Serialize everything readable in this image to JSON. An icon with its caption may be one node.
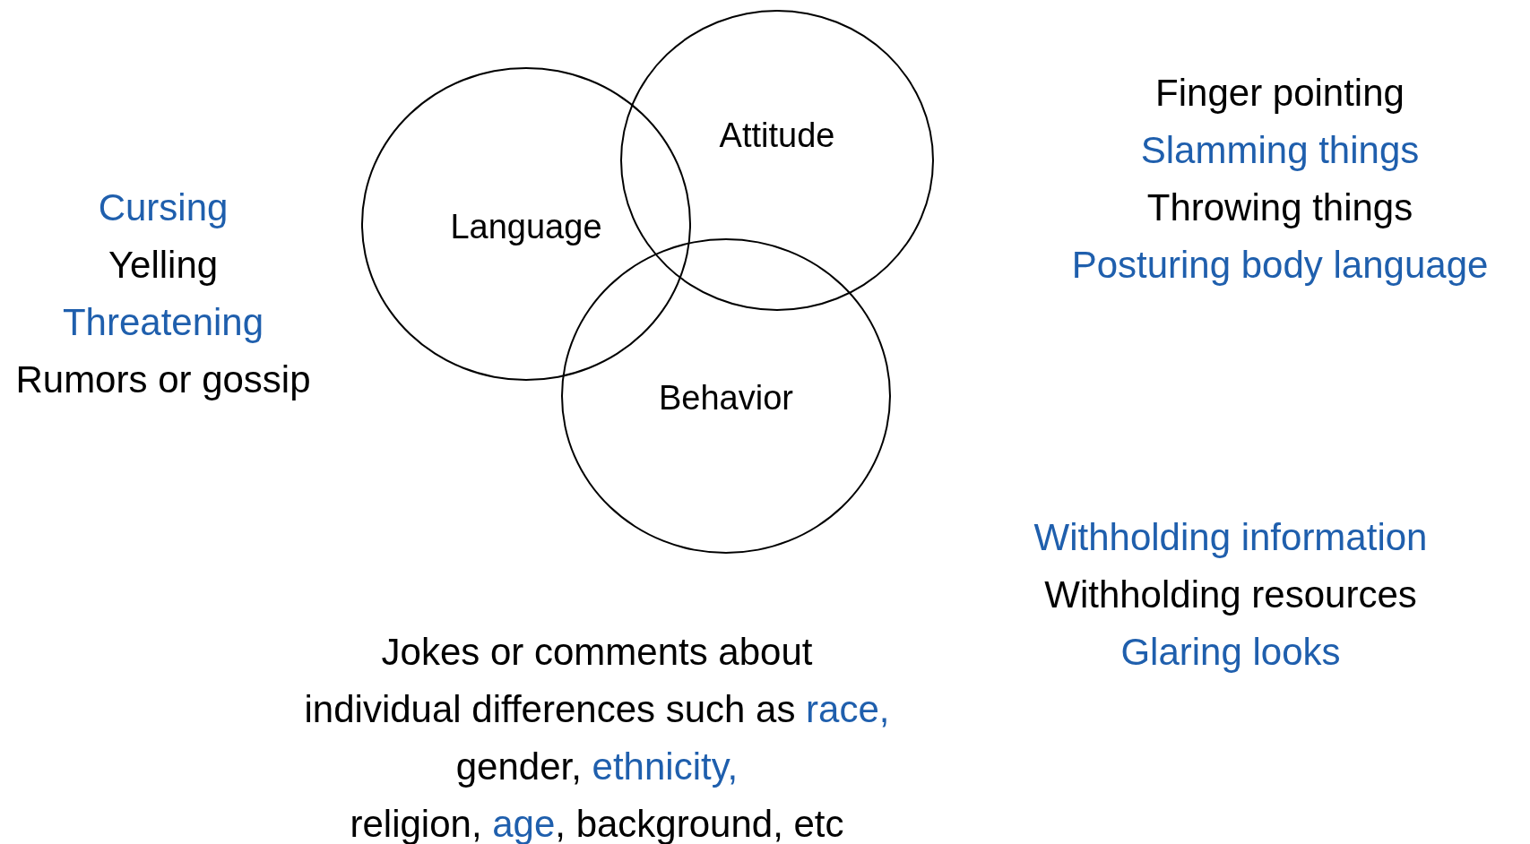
{
  "diagram": {
    "nodes": [
      {
        "text": [
          "Language"
        ]
      },
      {
        "text": [
          "Attitude"
        ]
      },
      {
        "text": [
          "Behavior"
        ]
      }
    ],
    "labels": [
      "Cursing",
      "Yelling",
      "Threatening",
      "Rumors or gossip",
      "Finger pointing",
      "Slamming things",
      "Throwing things",
      "Posturing body language",
      "Withholding information",
      "Withholding resources",
      "Glaring looks",
      "Jokes or comments about individual differences such as",
      "race,",
      "gender,",
      "ethnicity,",
      "religion,",
      "age",
      ", background, etc"
    ]
  }
}
